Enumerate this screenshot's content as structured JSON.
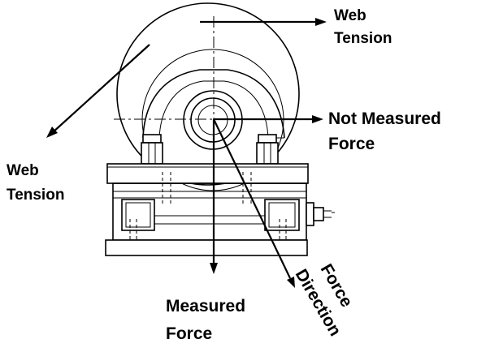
{
  "labels": {
    "web_tension_top_line1": "Web",
    "web_tension_top_line2": "Tension",
    "web_tension_left_line1": "Web",
    "web_tension_left_line2": "Tension",
    "not_measured_line1": "Not Measured",
    "not_measured_line2": "Force",
    "measured_line1": "Measured",
    "measured_line2": "Force",
    "force_direction_line1": "Force",
    "force_direction_line2": "Direction"
  }
}
